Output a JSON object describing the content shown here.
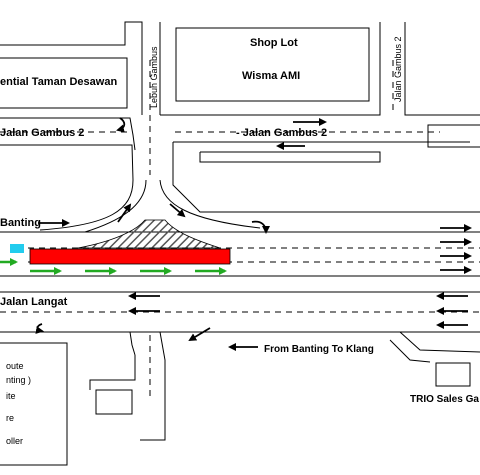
{
  "labels": {
    "residential": "ential Taman Desawan",
    "shop_lot": "Shop Lot",
    "wisma_ami": "Wisma AMI",
    "lebuh_gambus": "Lebuh Gambus",
    "jalan_gambus_2_vertical": "Jalan Gambus 2",
    "jalan_gambus_2_left": "Jalan Gambus 2",
    "jalan_gambus_2_right": "- Jalan Gambus 2",
    "banting": "Banting",
    "jalan_langat": "Jalan Langat",
    "from_banting_to_klang": "From Banting To Klang",
    "trio_sales": "TRIO Sales Ga"
  },
  "legend": {
    "items": [
      "oute",
      "nting )",
      "ite",
      "re",
      "oller"
    ]
  },
  "colors": {
    "road_line": "#000000",
    "closed_lane_red": "#ff0000",
    "detour_arrow_green": "#22aa22",
    "hatch": "#555555",
    "marker_cyan": "#22ccee",
    "background": "#ffffff"
  },
  "icons": {
    "traffic_arrow": "arrow",
    "detour_arrow": "green-arrow",
    "turn_arrow": "curved-arrow",
    "cone_marker": "cyan-marker"
  }
}
